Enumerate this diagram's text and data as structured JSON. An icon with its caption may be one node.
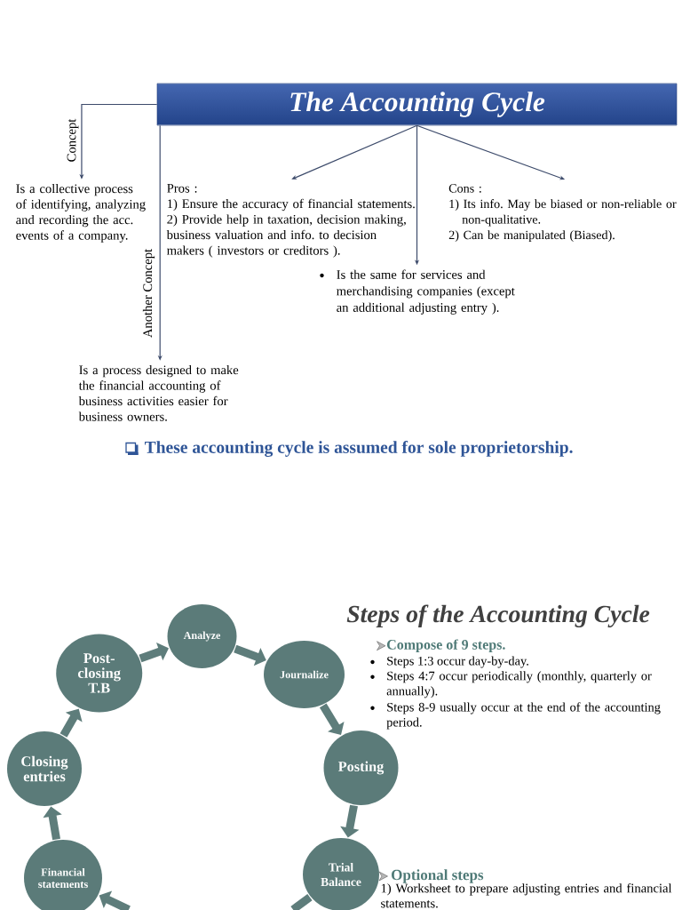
{
  "diagram": {
    "nodes": [
      {
        "text": [
          "The Accounting Cycle"
        ]
      },
      {
        "text": [
          "Is a collective process of identifying, analyzing and recording the acc. events of a company."
        ]
      },
      {
        "text": [
          "Pros :",
          "1) Ensure the accuracy of financial statements.",
          "2) Provide help in taxation, decision making, business valuation and info. to decision makers ( investors or creditors )."
        ]
      },
      {
        "text": [
          "Cons :",
          "1) Its info. May be biased or non-reliable or non-qualitative.",
          "2) Can be manipulated (Biased)."
        ]
      },
      {
        "text": [
          "Is the same for services and merchandising companies (except an additional adjusting entry )."
        ]
      },
      {
        "text": [
          "Is a process designed to make the financial accounting of business activities easier for business owners."
        ]
      },
      {
        "text": [
          "Analyze"
        ]
      },
      {
        "text": [
          "Journalize"
        ]
      },
      {
        "text": [
          "Posting"
        ]
      },
      {
        "text": [
          "Trial Balance"
        ]
      },
      {
        "text": [
          "Financial statements"
        ]
      },
      {
        "text": [
          "Closing entries"
        ]
      },
      {
        "text": [
          "Post-closing T.B"
        ]
      }
    ],
    "edges": [
      {
        "from": 0,
        "to": 1,
        "arrow": "to",
        "label": "Concept",
        "color": "#3d4b6b"
      },
      {
        "from": 0,
        "to": 5,
        "arrow": "to",
        "label": "Another Concept",
        "color": "#3d4b6b"
      },
      {
        "from": 0,
        "to": 2,
        "arrow": "to",
        "color": "#3d4b6b"
      },
      {
        "from": 0,
        "to": 4,
        "arrow": "to",
        "color": "#3d4b6b"
      },
      {
        "from": 0,
        "to": 3,
        "arrow": "to",
        "color": "#3d4b6b"
      },
      {
        "from": 12,
        "to": 6,
        "arrow": "to"
      },
      {
        "from": 6,
        "to": 7,
        "arrow": "to"
      },
      {
        "from": 7,
        "to": 8,
        "arrow": "to"
      },
      {
        "from": 8,
        "to": 9,
        "arrow": "to"
      },
      {
        "from": 9,
        "to": null,
        "arrow": "none"
      },
      {
        "from": null,
        "to": 10,
        "arrow": "to"
      },
      {
        "from": 10,
        "to": 11,
        "arrow": "to"
      },
      {
        "from": 11,
        "to": 12,
        "arrow": "to"
      }
    ],
    "labels": [
      "These accounting cycle is assumed for sole proprietorship.",
      "Steps of the Accounting Cycle",
      "Compose of 9 steps.",
      "Steps 1:3 occur day-by-day.",
      "Steps 4:7 occur periodically (monthly, quarterly or annually).",
      "Steps 8-9 usually occur at the end of the accounting period.",
      "Optional steps",
      "1) Worksheet to prepare adjusting entries and financial statements."
    ]
  }
}
